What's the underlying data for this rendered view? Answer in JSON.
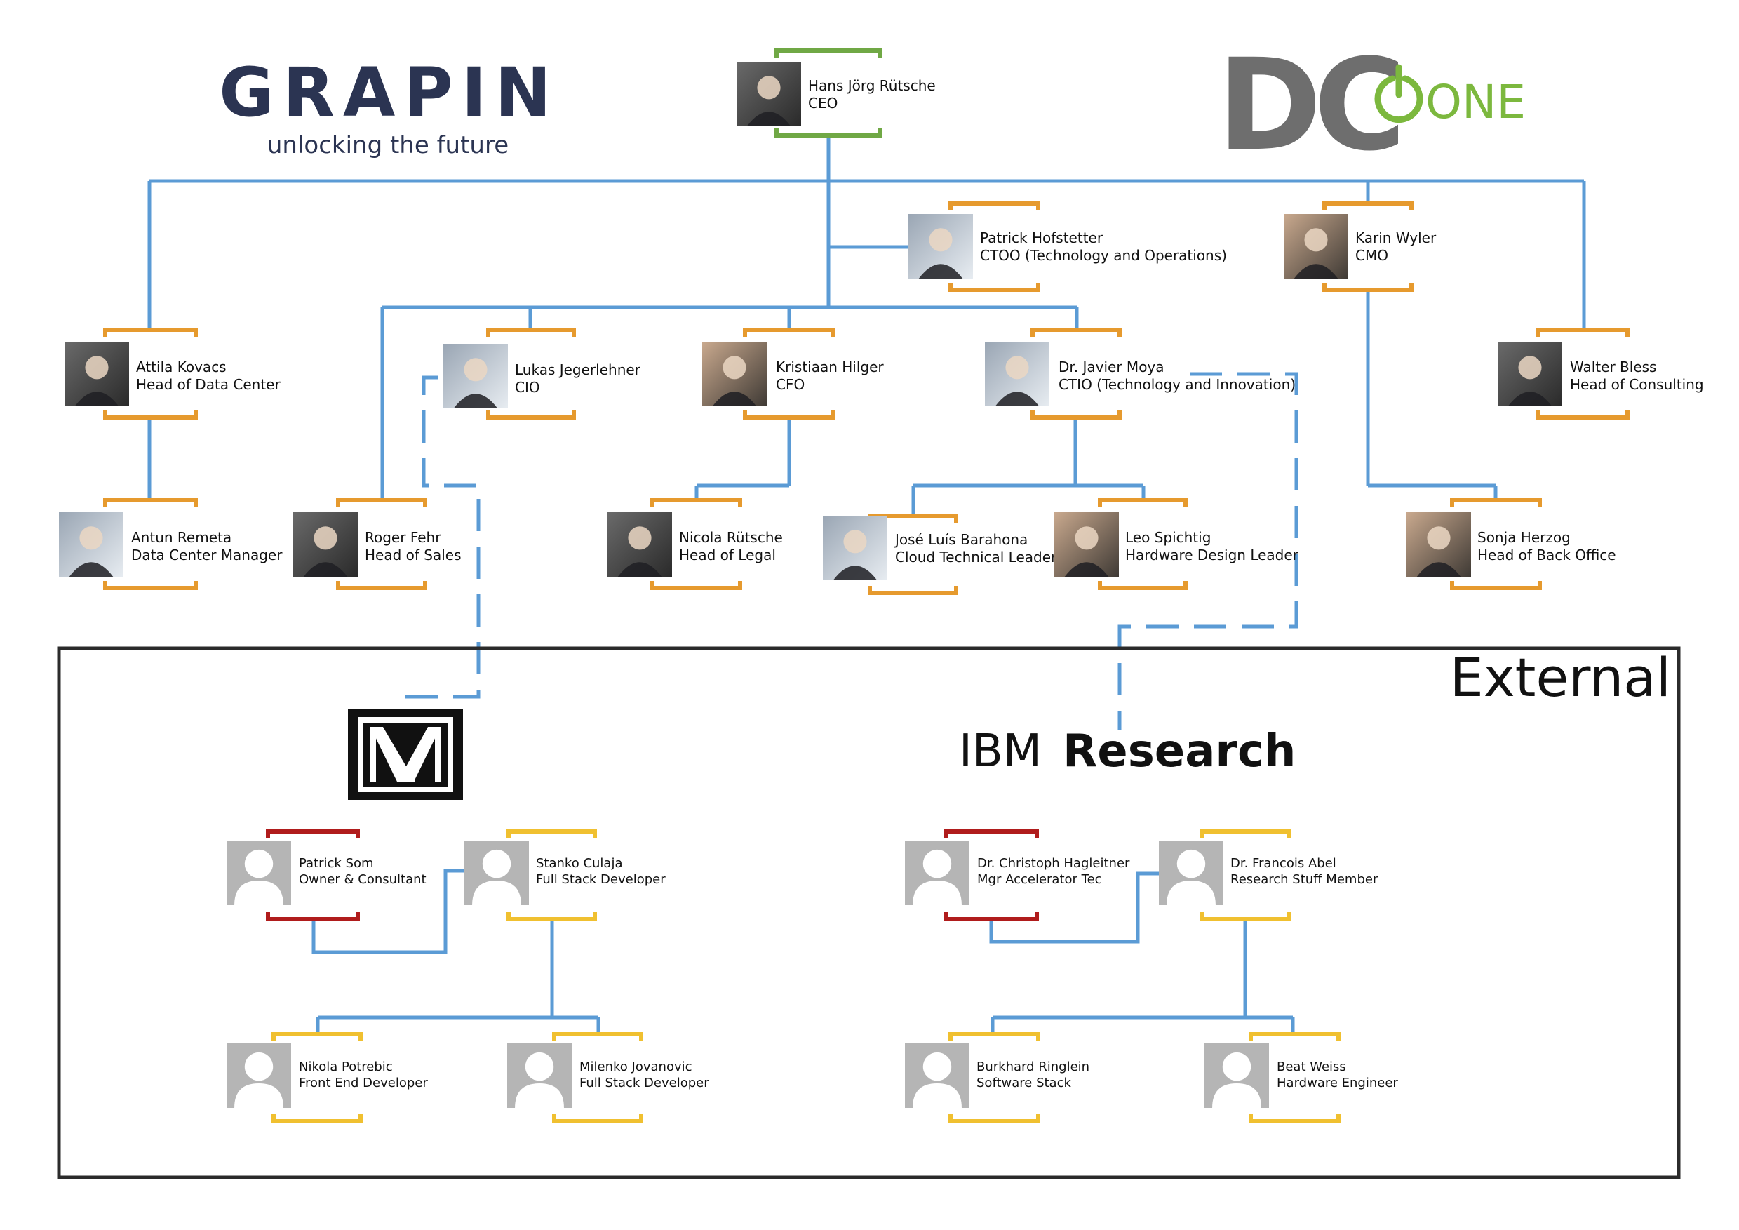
{
  "logos": {
    "grapin_name": "GRAPIN",
    "grapin_tagline": "unlocking the future",
    "dcone_main": "DC",
    "dcone_sub": "ONE",
    "ibm_light": "IBM",
    "ibm_bold": "Research"
  },
  "external_label": "External",
  "people": {
    "ceo": {
      "name": "Hans Jörg Rütsche",
      "title": "CEO"
    },
    "ctoo": {
      "name": "Patrick Hofstetter",
      "title": "CTOO (Technology and Operations)"
    },
    "cmo": {
      "name": "Karin Wyler",
      "title": "CMO"
    },
    "dc_head": {
      "name": "Attila Kovacs",
      "title": "Head of Data Center"
    },
    "cio": {
      "name": "Lukas Jegerlehner",
      "title": "CIO"
    },
    "cfo": {
      "name": "Kristiaan Hilger",
      "title": "CFO"
    },
    "ctio": {
      "name": "Dr. Javier Moya",
      "title": "CTIO (Technology and Innovation)"
    },
    "consult": {
      "name": "Walter Bless",
      "title": "Head of Consulting"
    },
    "dc_mgr": {
      "name": "Antun Remeta",
      "title": "Data Center Manager"
    },
    "sales": {
      "name": "Roger Fehr",
      "title": "Head of Sales"
    },
    "legal": {
      "name": "Nicola Rütsche",
      "title": "Head of Legal"
    },
    "cloud": {
      "name": "José Luís Barahona",
      "title": "Cloud Technical Leader"
    },
    "hw": {
      "name": "Leo Spichtig",
      "title": "Hardware Design Leader"
    },
    "backoffice": {
      "name": "Sonja Herzog",
      "title": "Head of Back Office"
    }
  },
  "external": {
    "x_owner": {
      "name": "Patrick Som",
      "title": "Owner & Consultant"
    },
    "x_fsd1": {
      "name": "Stanko Culaja",
      "title": "Full Stack Developer"
    },
    "x_fed": {
      "name": "Nikola Potrebic",
      "title": "Front End Developer"
    },
    "x_fsd2": {
      "name": "Milenko Jovanovic",
      "title": "Full Stack Developer"
    },
    "ibm_mgr": {
      "name": "Dr. Christoph Hagleitner",
      "title": "Mgr Accelerator Tec"
    },
    "ibm_res": {
      "name": "Dr. Francois Abel",
      "title": "Research Stuff Member"
    },
    "ibm_sw": {
      "name": "Burkhard Ringlein",
      "title": "Software Stack"
    },
    "ibm_hw": {
      "name": "Beat Weiss",
      "title": "Hardware Engineer"
    }
  },
  "colors": {
    "line_blue": "#5b9bd5",
    "bracket_orange": "#e69a2e",
    "bracket_green": "#70a845",
    "bracket_red": "#b01c1c",
    "bracket_yellow": "#f0c030",
    "grapin_navy": "#2b3452",
    "dcone_gray": "#6e6e6e",
    "dcone_green": "#7cb83e",
    "placeholder_gray": "#b5b5b5"
  }
}
